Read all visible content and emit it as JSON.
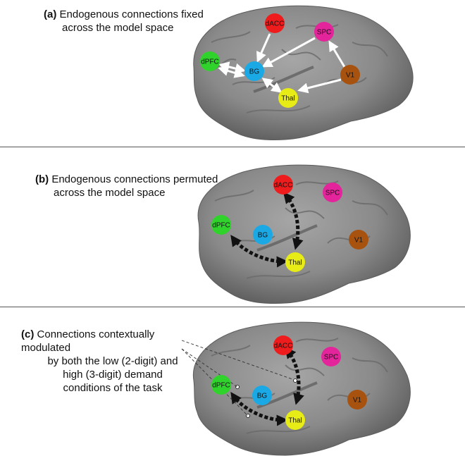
{
  "panels": [
    {
      "tag": "(a)",
      "caption_lines": [
        "Endogenous connections fixed",
        "across the model space"
      ]
    },
    {
      "tag": "(b)",
      "caption_lines": [
        "Endogenous connections permuted",
        "across the model space"
      ]
    },
    {
      "tag": "(c)",
      "caption_lines": [
        "Connections contextually modulated",
        "by both the low (2-digit) and",
        "high (3-digit) demand",
        "conditions of the task"
      ]
    }
  ],
  "nodes": {
    "dACC": {
      "label": "dACC",
      "color": "#ee1c1c"
    },
    "SPC": {
      "label": "SPC",
      "color": "#e3249a"
    },
    "dPFC": {
      "label": "dPFC",
      "color": "#2fd32b"
    },
    "BG": {
      "label": "BG",
      "color": "#1ba9e6"
    },
    "V1": {
      "label": "V1",
      "color": "#a7520e"
    },
    "Thal": {
      "label": "Thal",
      "color": "#e8ec16"
    }
  },
  "colors": {
    "brain": "#8c8c8c",
    "brain_dark": "#5e5e5e",
    "fixed_arrow": "#ffffff",
    "permuted_arrow": "#111111"
  }
}
